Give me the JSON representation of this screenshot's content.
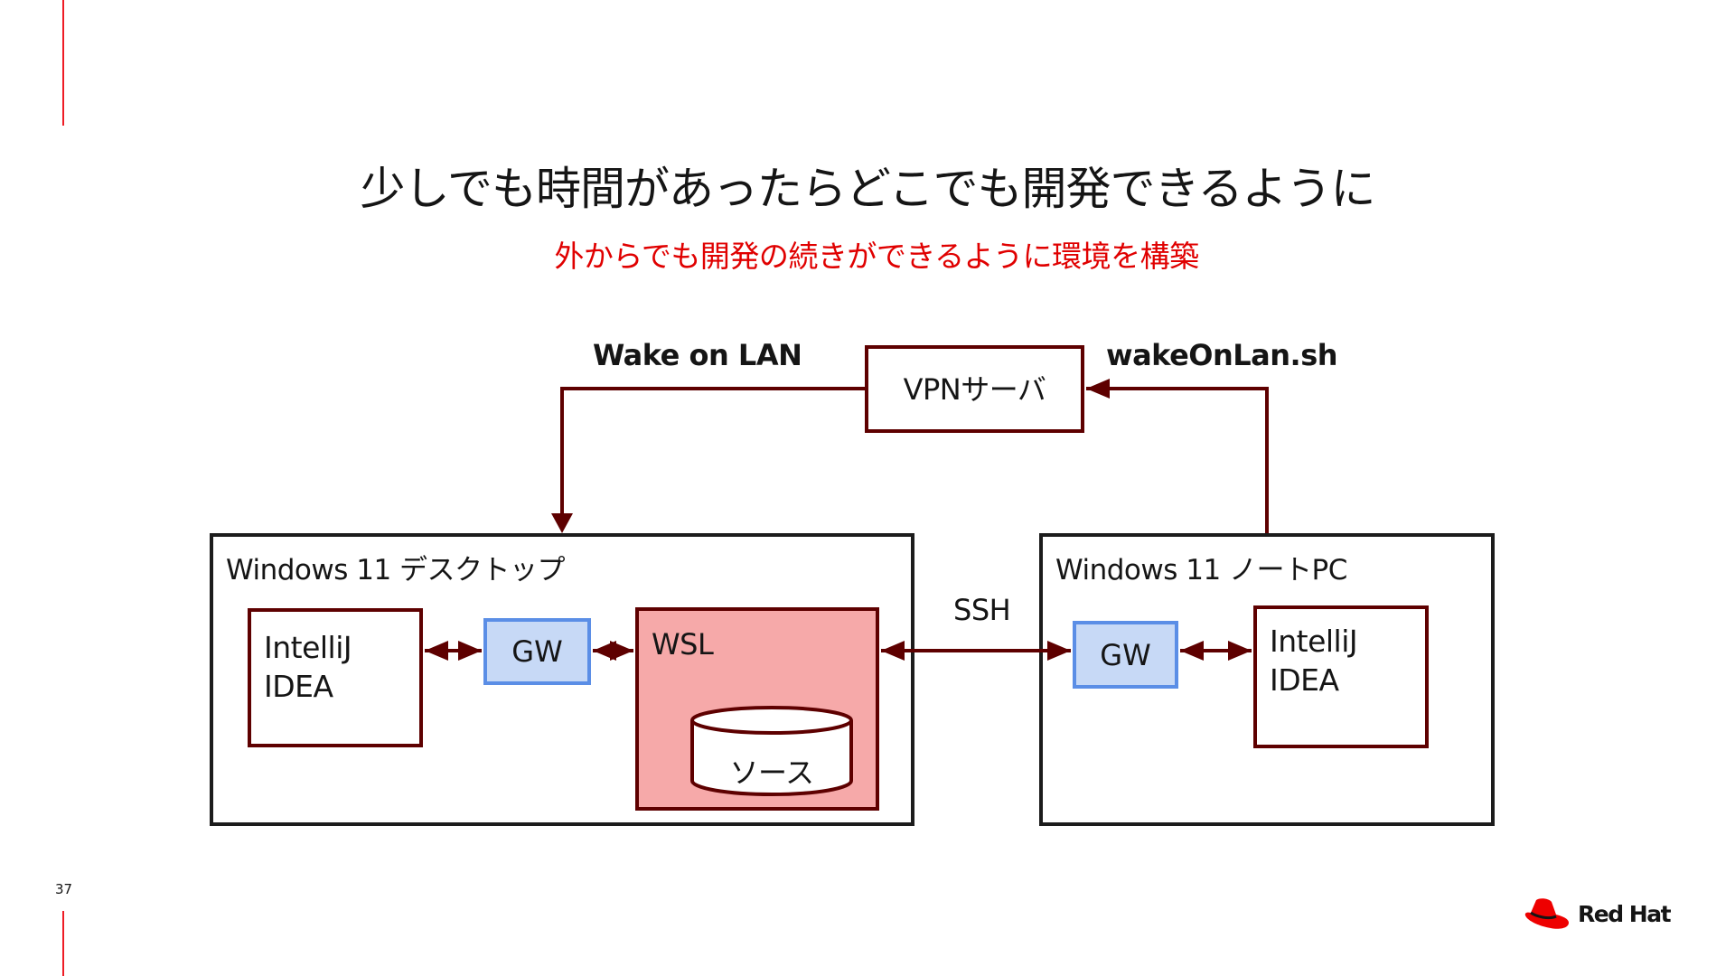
{
  "slide": {
    "title": "少しでも時間があったらどこでも開発できるように",
    "subtitle": "外からでも開発の続きができるように環境を構築",
    "page_number": "37",
    "accent_color": "#ee0000"
  },
  "diagram": {
    "labels": {
      "wake_on_lan": "Wake on LAN",
      "wake_script": "wakeOnLan.sh",
      "ssh": "SSH"
    },
    "vpn_server": {
      "label": "VPNサーバ"
    },
    "desktop": {
      "title": "Windows 11 デスクトップ",
      "ide": {
        "line1": "IntelliJ",
        "line2": "IDEA"
      },
      "gateway": "GW",
      "wsl": {
        "label": "WSL",
        "storage": "ソース"
      }
    },
    "notebook": {
      "title": "Windows 11 ノートPC",
      "gateway": "GW",
      "ide": {
        "line1": "IntelliJ",
        "line2": "IDEA"
      }
    },
    "colors": {
      "connector": "#5e0000",
      "wsl_fill": "#f6a9a9",
      "gateway_fill": "#c7d9f6",
      "gateway_border": "#5b8ee6"
    },
    "connections": [
      {
        "from": "vpn_server",
        "to": "desktop",
        "label": "Wake on LAN",
        "direction": "one-way"
      },
      {
        "from": "notebook",
        "to": "vpn_server",
        "label": "wakeOnLan.sh",
        "direction": "one-way"
      },
      {
        "from": "desktop.ide",
        "to": "desktop.gateway",
        "direction": "two-way"
      },
      {
        "from": "desktop.gateway",
        "to": "desktop.wsl",
        "direction": "two-way"
      },
      {
        "from": "desktop.wsl",
        "to": "notebook.gateway",
        "label": "SSH",
        "direction": "two-way"
      },
      {
        "from": "notebook.gateway",
        "to": "notebook.ide",
        "direction": "two-way"
      }
    ]
  },
  "brand": {
    "name": "Red Hat",
    "icon": "red-hat-fedora-icon"
  }
}
